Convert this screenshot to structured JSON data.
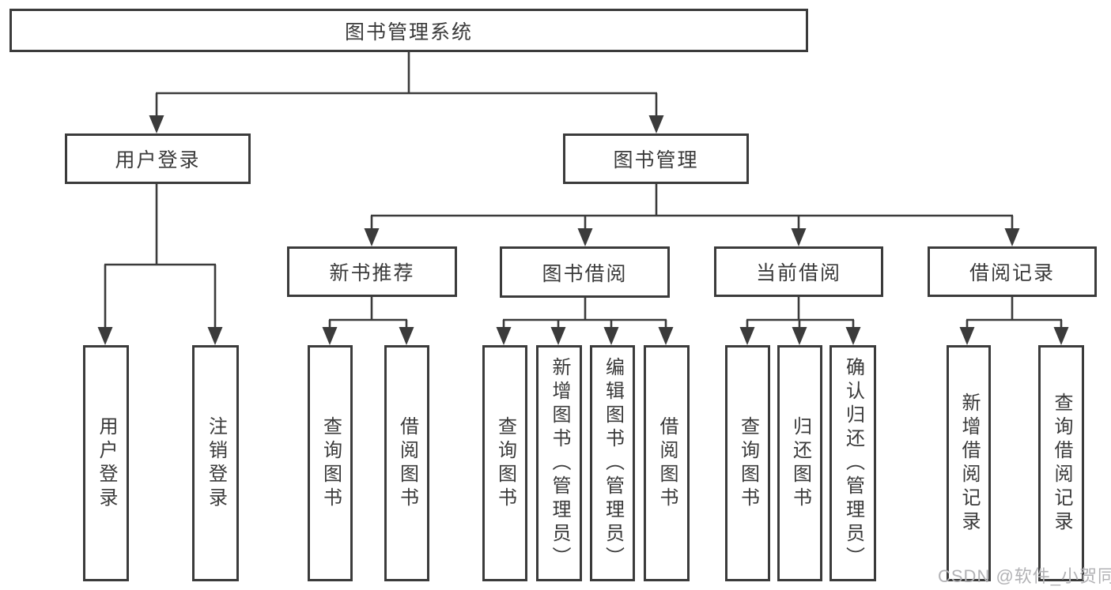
{
  "tree": {
    "root": "图书管理系统",
    "branches": {
      "user_login": {
        "label": "用户登录",
        "children": [
          "用户登录",
          "注销登录"
        ]
      },
      "book_management": {
        "label": "图书管理",
        "sections": {
          "new_book_recommend": {
            "label": "新书推荐",
            "children": [
              "查询图书",
              "借阅图书"
            ]
          },
          "book_borrow": {
            "label": "图书借阅",
            "children": [
              "查询图书",
              "新增图书（管理员）",
              "编辑图书（管理员）",
              "借阅图书"
            ]
          },
          "current_borrow": {
            "label": "当前借阅",
            "children": [
              "查询图书",
              "归还图书",
              "确认归还（管理员）"
            ]
          },
          "borrow_records": {
            "label": "借阅记录",
            "children": [
              "新增借阅记录",
              "查询借阅记录"
            ]
          }
        }
      }
    }
  },
  "watermark": "CSDN @软件_小贺同学",
  "colors": {
    "line": "#3b3b3b",
    "box_border": "#3b3b3b",
    "text": "#3a3a3a",
    "watermark": "#b2b2b5",
    "background": "#ffffff"
  }
}
